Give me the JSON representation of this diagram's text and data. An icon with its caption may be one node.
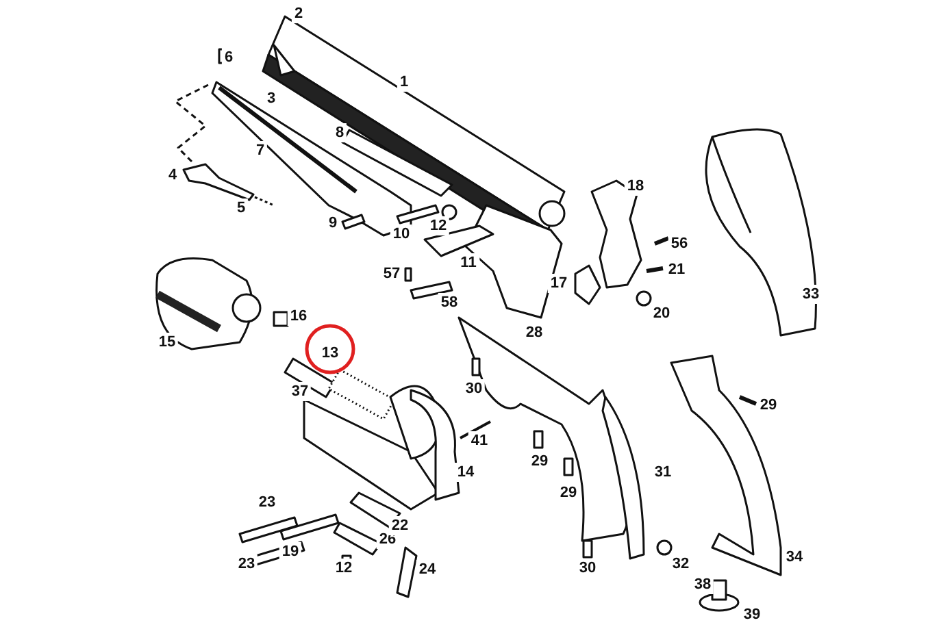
{
  "diagram": {
    "labels": [
      "2",
      "6",
      "3",
      "1",
      "7",
      "8",
      "4",
      "18",
      "5",
      "9",
      "10",
      "12",
      "56",
      "57",
      "11",
      "17",
      "21",
      "16",
      "58",
      "20",
      "33",
      "15",
      "13",
      "28",
      "37",
      "30",
      "29",
      "41",
      "14",
      "29",
      "31",
      "23",
      "29",
      "19",
      "26",
      "22",
      "23",
      "12",
      "24",
      "30",
      "32",
      "34",
      "38",
      "39"
    ]
  }
}
